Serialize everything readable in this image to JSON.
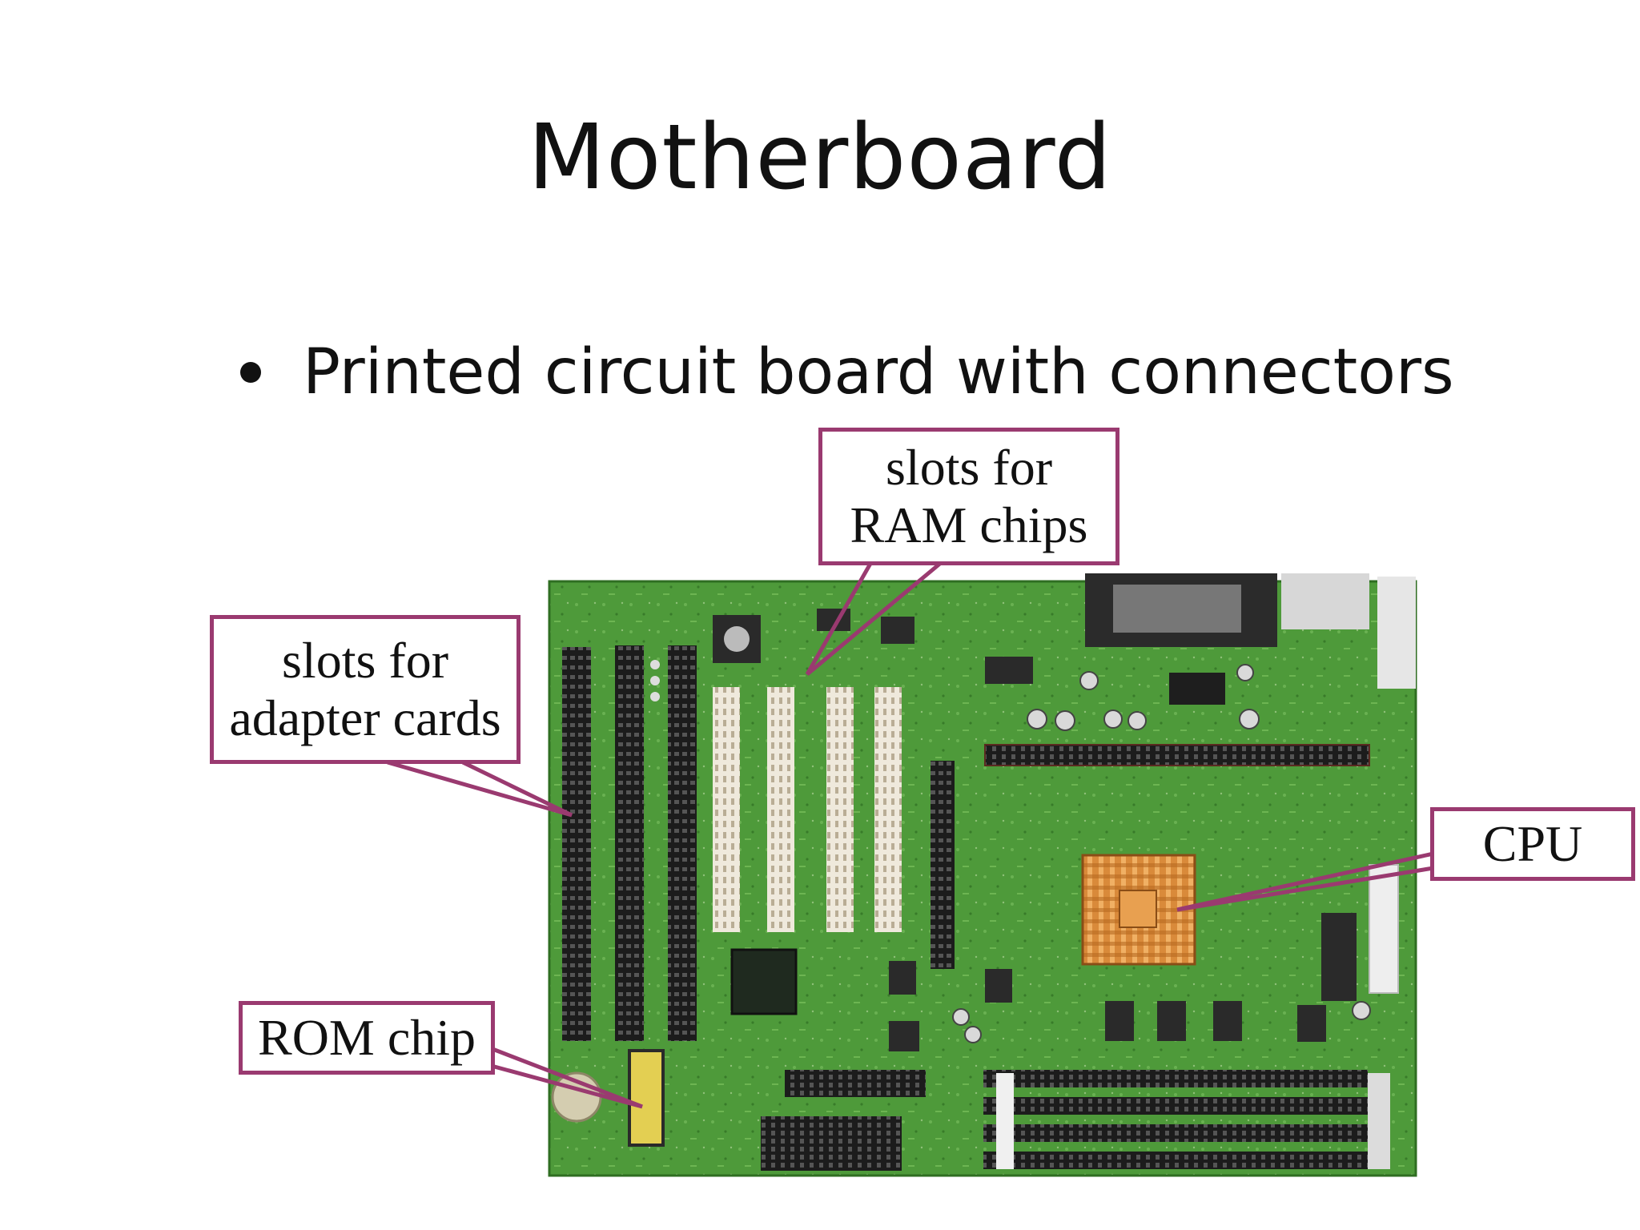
{
  "slide": {
    "title": "Motherboard",
    "bullet": "Printed circuit board with connectors"
  },
  "callouts": {
    "ram": {
      "line1": "slots for",
      "line2": "RAM chips"
    },
    "adapter": {
      "line1": "slots for",
      "line2": "adapter cards"
    },
    "cpu": {
      "label": "CPU"
    },
    "rom": {
      "label": "ROM chip"
    }
  },
  "colors": {
    "callout_border": "#9a3a70",
    "board_green": "#4e9a3a",
    "heatsink": "#d98a3a"
  }
}
